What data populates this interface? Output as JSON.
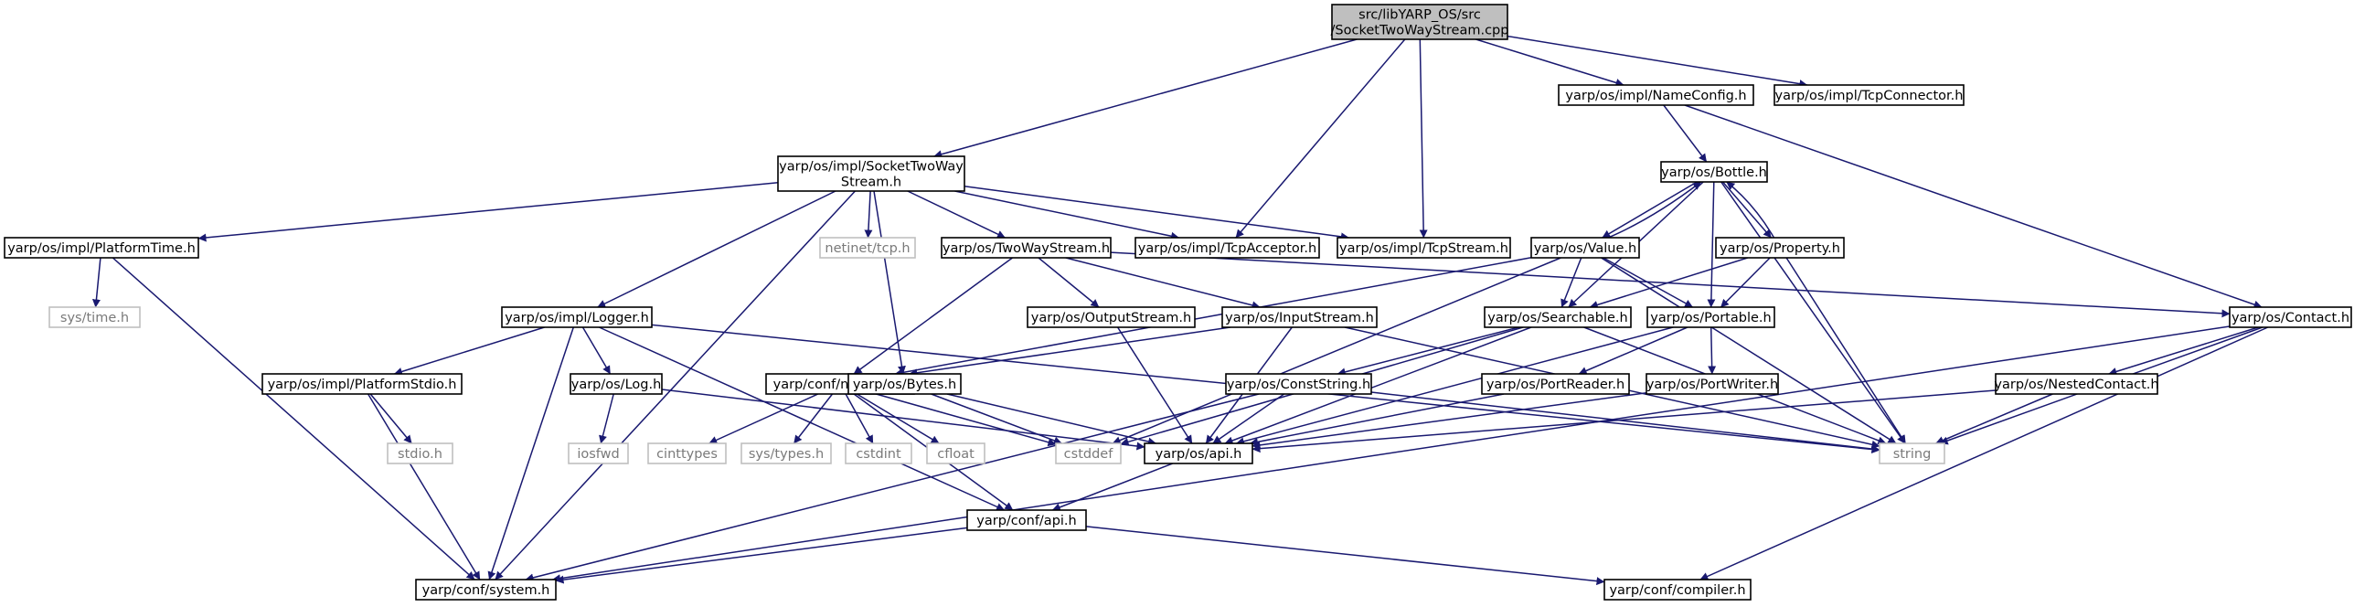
{
  "colors": {
    "edge": "#191970",
    "node_border": "#000000",
    "ext_border": "#bfbfbf",
    "root_fill": "#bfbfbf",
    "node_fill": "#ffffff",
    "text": "#000000",
    "ext_text": "#7a7a7a"
  },
  "nodes": {
    "root": {
      "lines": [
        "src/libYARP_OS/src",
        "/SocketTwoWayStream.cpp"
      ],
      "kind": "root"
    },
    "stwh": {
      "lines": [
        "yarp/os/impl/SocketTwoWay",
        "Stream.h"
      ],
      "kind": "file"
    },
    "nameconfig": {
      "lines": [
        "yarp/os/impl/NameConfig.h"
      ],
      "kind": "file"
    },
    "tcpconn": {
      "lines": [
        "yarp/os/impl/TcpConnector.h"
      ],
      "kind": "file"
    },
    "bottle": {
      "lines": [
        "yarp/os/Bottle.h"
      ],
      "kind": "file"
    },
    "plattime": {
      "lines": [
        "yarp/os/impl/PlatformTime.h"
      ],
      "kind": "file"
    },
    "netinet": {
      "lines": [
        "netinet/tcp.h"
      ],
      "kind": "ext"
    },
    "twoway": {
      "lines": [
        "yarp/os/TwoWayStream.h"
      ],
      "kind": "file"
    },
    "tcpacc": {
      "lines": [
        "yarp/os/impl/TcpAcceptor.h"
      ],
      "kind": "file"
    },
    "tcpstream": {
      "lines": [
        "yarp/os/impl/TcpStream.h"
      ],
      "kind": "file"
    },
    "value": {
      "lines": [
        "yarp/os/Value.h"
      ],
      "kind": "file"
    },
    "property": {
      "lines": [
        "yarp/os/Property.h"
      ],
      "kind": "file"
    },
    "systime": {
      "lines": [
        "sys/time.h"
      ],
      "kind": "ext"
    },
    "logger": {
      "lines": [
        "yarp/os/impl/Logger.h"
      ],
      "kind": "file"
    },
    "outstream": {
      "lines": [
        "yarp/os/OutputStream.h"
      ],
      "kind": "file"
    },
    "instream": {
      "lines": [
        "yarp/os/InputStream.h"
      ],
      "kind": "file"
    },
    "searchable": {
      "lines": [
        "yarp/os/Searchable.h"
      ],
      "kind": "file"
    },
    "portable": {
      "lines": [
        "yarp/os/Portable.h"
      ],
      "kind": "file"
    },
    "contact": {
      "lines": [
        "yarp/os/Contact.h"
      ],
      "kind": "file"
    },
    "platstdio": {
      "lines": [
        "yarp/os/impl/PlatformStdio.h"
      ],
      "kind": "file"
    },
    "log": {
      "lines": [
        "yarp/os/Log.h"
      ],
      "kind": "file"
    },
    "numeric": {
      "lines": [
        "yarp/conf/numeric.h"
      ],
      "kind": "file"
    },
    "bytes": {
      "lines": [
        "yarp/os/Bytes.h"
      ],
      "kind": "file"
    },
    "conststring": {
      "lines": [
        "yarp/os/ConstString.h"
      ],
      "kind": "file"
    },
    "portreader": {
      "lines": [
        "yarp/os/PortReader.h"
      ],
      "kind": "file"
    },
    "portwriter": {
      "lines": [
        "yarp/os/PortWriter.h"
      ],
      "kind": "file"
    },
    "nested": {
      "lines": [
        "yarp/os/NestedContact.h"
      ],
      "kind": "file"
    },
    "stdio": {
      "lines": [
        "stdio.h"
      ],
      "kind": "ext"
    },
    "iosfwd": {
      "lines": [
        "iosfwd"
      ],
      "kind": "ext"
    },
    "cinttypes": {
      "lines": [
        "cinttypes"
      ],
      "kind": "ext"
    },
    "systypes": {
      "lines": [
        "sys/types.h"
      ],
      "kind": "ext"
    },
    "cstdint": {
      "lines": [
        "cstdint"
      ],
      "kind": "ext"
    },
    "cfloat": {
      "lines": [
        "cfloat"
      ],
      "kind": "ext"
    },
    "cstddef": {
      "lines": [
        "cstddef"
      ],
      "kind": "ext"
    },
    "osapi": {
      "lines": [
        "yarp/os/api.h"
      ],
      "kind": "file"
    },
    "string": {
      "lines": [
        "string"
      ],
      "kind": "ext"
    },
    "confapi": {
      "lines": [
        "yarp/conf/api.h"
      ],
      "kind": "file"
    },
    "system": {
      "lines": [
        "yarp/conf/system.h"
      ],
      "kind": "file"
    },
    "compiler": {
      "lines": [
        "yarp/conf/compiler.h"
      ],
      "kind": "file"
    }
  },
  "edges": [
    [
      "root",
      "stwh"
    ],
    [
      "root",
      "nameconfig"
    ],
    [
      "root",
      "tcpconn"
    ],
    [
      "root",
      "tcpacc"
    ],
    [
      "root",
      "tcpstream"
    ],
    [
      "nameconfig",
      "bottle"
    ],
    [
      "nameconfig",
      "contact"
    ],
    [
      "stwh",
      "plattime"
    ],
    [
      "stwh",
      "netinet"
    ],
    [
      "stwh",
      "twoway"
    ],
    [
      "stwh",
      "tcpacc"
    ],
    [
      "stwh",
      "tcpstream"
    ],
    [
      "stwh",
      "logger"
    ],
    [
      "stwh",
      "bytes"
    ],
    [
      "stwh",
      "system"
    ],
    [
      "plattime",
      "systime"
    ],
    [
      "plattime",
      "system"
    ],
    [
      "twoway",
      "outstream"
    ],
    [
      "twoway",
      "instream"
    ],
    [
      "twoway",
      "numeric"
    ],
    [
      "twoway",
      "contact"
    ],
    [
      "bottle",
      "value"
    ],
    [
      "bottle",
      "property"
    ],
    [
      "bottle",
      "searchable"
    ],
    [
      "bottle",
      "portable"
    ],
    [
      "bottle",
      "string"
    ],
    [
      "value",
      "bottle"
    ],
    [
      "value",
      "searchable"
    ],
    [
      "value",
      "portable"
    ],
    [
      "value",
      "numeric"
    ],
    [
      "value",
      "cstddef"
    ],
    [
      "value",
      "string"
    ],
    [
      "property",
      "bottle"
    ],
    [
      "property",
      "searchable"
    ],
    [
      "property",
      "portable"
    ],
    [
      "property",
      "string"
    ],
    [
      "logger",
      "platstdio"
    ],
    [
      "logger",
      "log"
    ],
    [
      "logger",
      "string"
    ],
    [
      "logger",
      "confapi"
    ],
    [
      "logger",
      "system"
    ],
    [
      "outstream",
      "osapi"
    ],
    [
      "instream",
      "numeric"
    ],
    [
      "instream",
      "osapi"
    ],
    [
      "instream",
      "string"
    ],
    [
      "searchable",
      "conststring"
    ],
    [
      "searchable",
      "osapi"
    ],
    [
      "searchable",
      "cstddef"
    ],
    [
      "searchable",
      "string"
    ],
    [
      "portable",
      "portreader"
    ],
    [
      "portable",
      "portwriter"
    ],
    [
      "portable",
      "osapi"
    ],
    [
      "contact",
      "nested"
    ],
    [
      "contact",
      "string"
    ],
    [
      "contact",
      "system"
    ],
    [
      "contact",
      "compiler"
    ],
    [
      "platstdio",
      "stdio"
    ],
    [
      "platstdio",
      "system"
    ],
    [
      "log",
      "iosfwd"
    ],
    [
      "log",
      "osapi"
    ],
    [
      "numeric",
      "cinttypes"
    ],
    [
      "numeric",
      "systypes"
    ],
    [
      "numeric",
      "cstdint"
    ],
    [
      "numeric",
      "cfloat"
    ],
    [
      "numeric",
      "cstddef"
    ],
    [
      "numeric",
      "confapi"
    ],
    [
      "bytes",
      "osapi"
    ],
    [
      "bytes",
      "cstddef"
    ],
    [
      "conststring",
      "osapi"
    ],
    [
      "conststring",
      "string"
    ],
    [
      "conststring",
      "system"
    ],
    [
      "portreader",
      "osapi"
    ],
    [
      "portwriter",
      "osapi"
    ],
    [
      "nested",
      "osapi"
    ],
    [
      "nested",
      "string"
    ],
    [
      "osapi",
      "confapi"
    ],
    [
      "confapi",
      "system"
    ],
    [
      "confapi",
      "compiler"
    ]
  ]
}
